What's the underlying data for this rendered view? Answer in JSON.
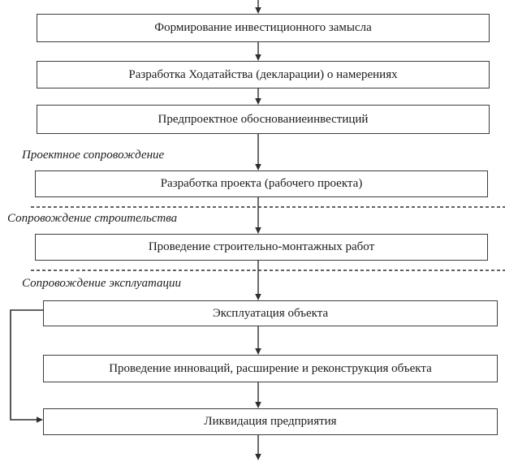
{
  "diagram": {
    "type": "flowchart",
    "language": "ru",
    "boxes": [
      {
        "id": 1,
        "label": "Формирование инвестиционного замысла"
      },
      {
        "id": 2,
        "label": "Разработка Ходатайства (декларации) о намерениях"
      },
      {
        "id": 3,
        "label": "Предпроектное обоснованиеинвестиций"
      },
      {
        "id": 4,
        "label": "Разработка проекта (рабочего проекта)"
      },
      {
        "id": 5,
        "label": "Проведение строительно-монтажных работ"
      },
      {
        "id": 6,
        "label": "Эксплуатация объекта"
      },
      {
        "id": 7,
        "label": "Проведение инноваций, расширение и реконструкция объекта"
      },
      {
        "id": 8,
        "label": "Ликвидация предприятия"
      }
    ],
    "section_labels": [
      {
        "id": 1,
        "label": "Проектное сопровождение"
      },
      {
        "id": 2,
        "label": "Сопровождение строительства"
      },
      {
        "id": 3,
        "label": "Сопровождение эксплуатации"
      }
    ],
    "connectors": {
      "main_flow": "vertical-arrows-top-to-bottom",
      "feedback_loop": "from-box-6-left-to-box-8-left",
      "phase_dividers": 2
    }
  },
  "colors": {
    "background": "#ffffff",
    "box_fill": "#ffffff",
    "box_border": "#3c3c3c",
    "line": "#2e2e2e",
    "text": "#1c1c1c"
  }
}
